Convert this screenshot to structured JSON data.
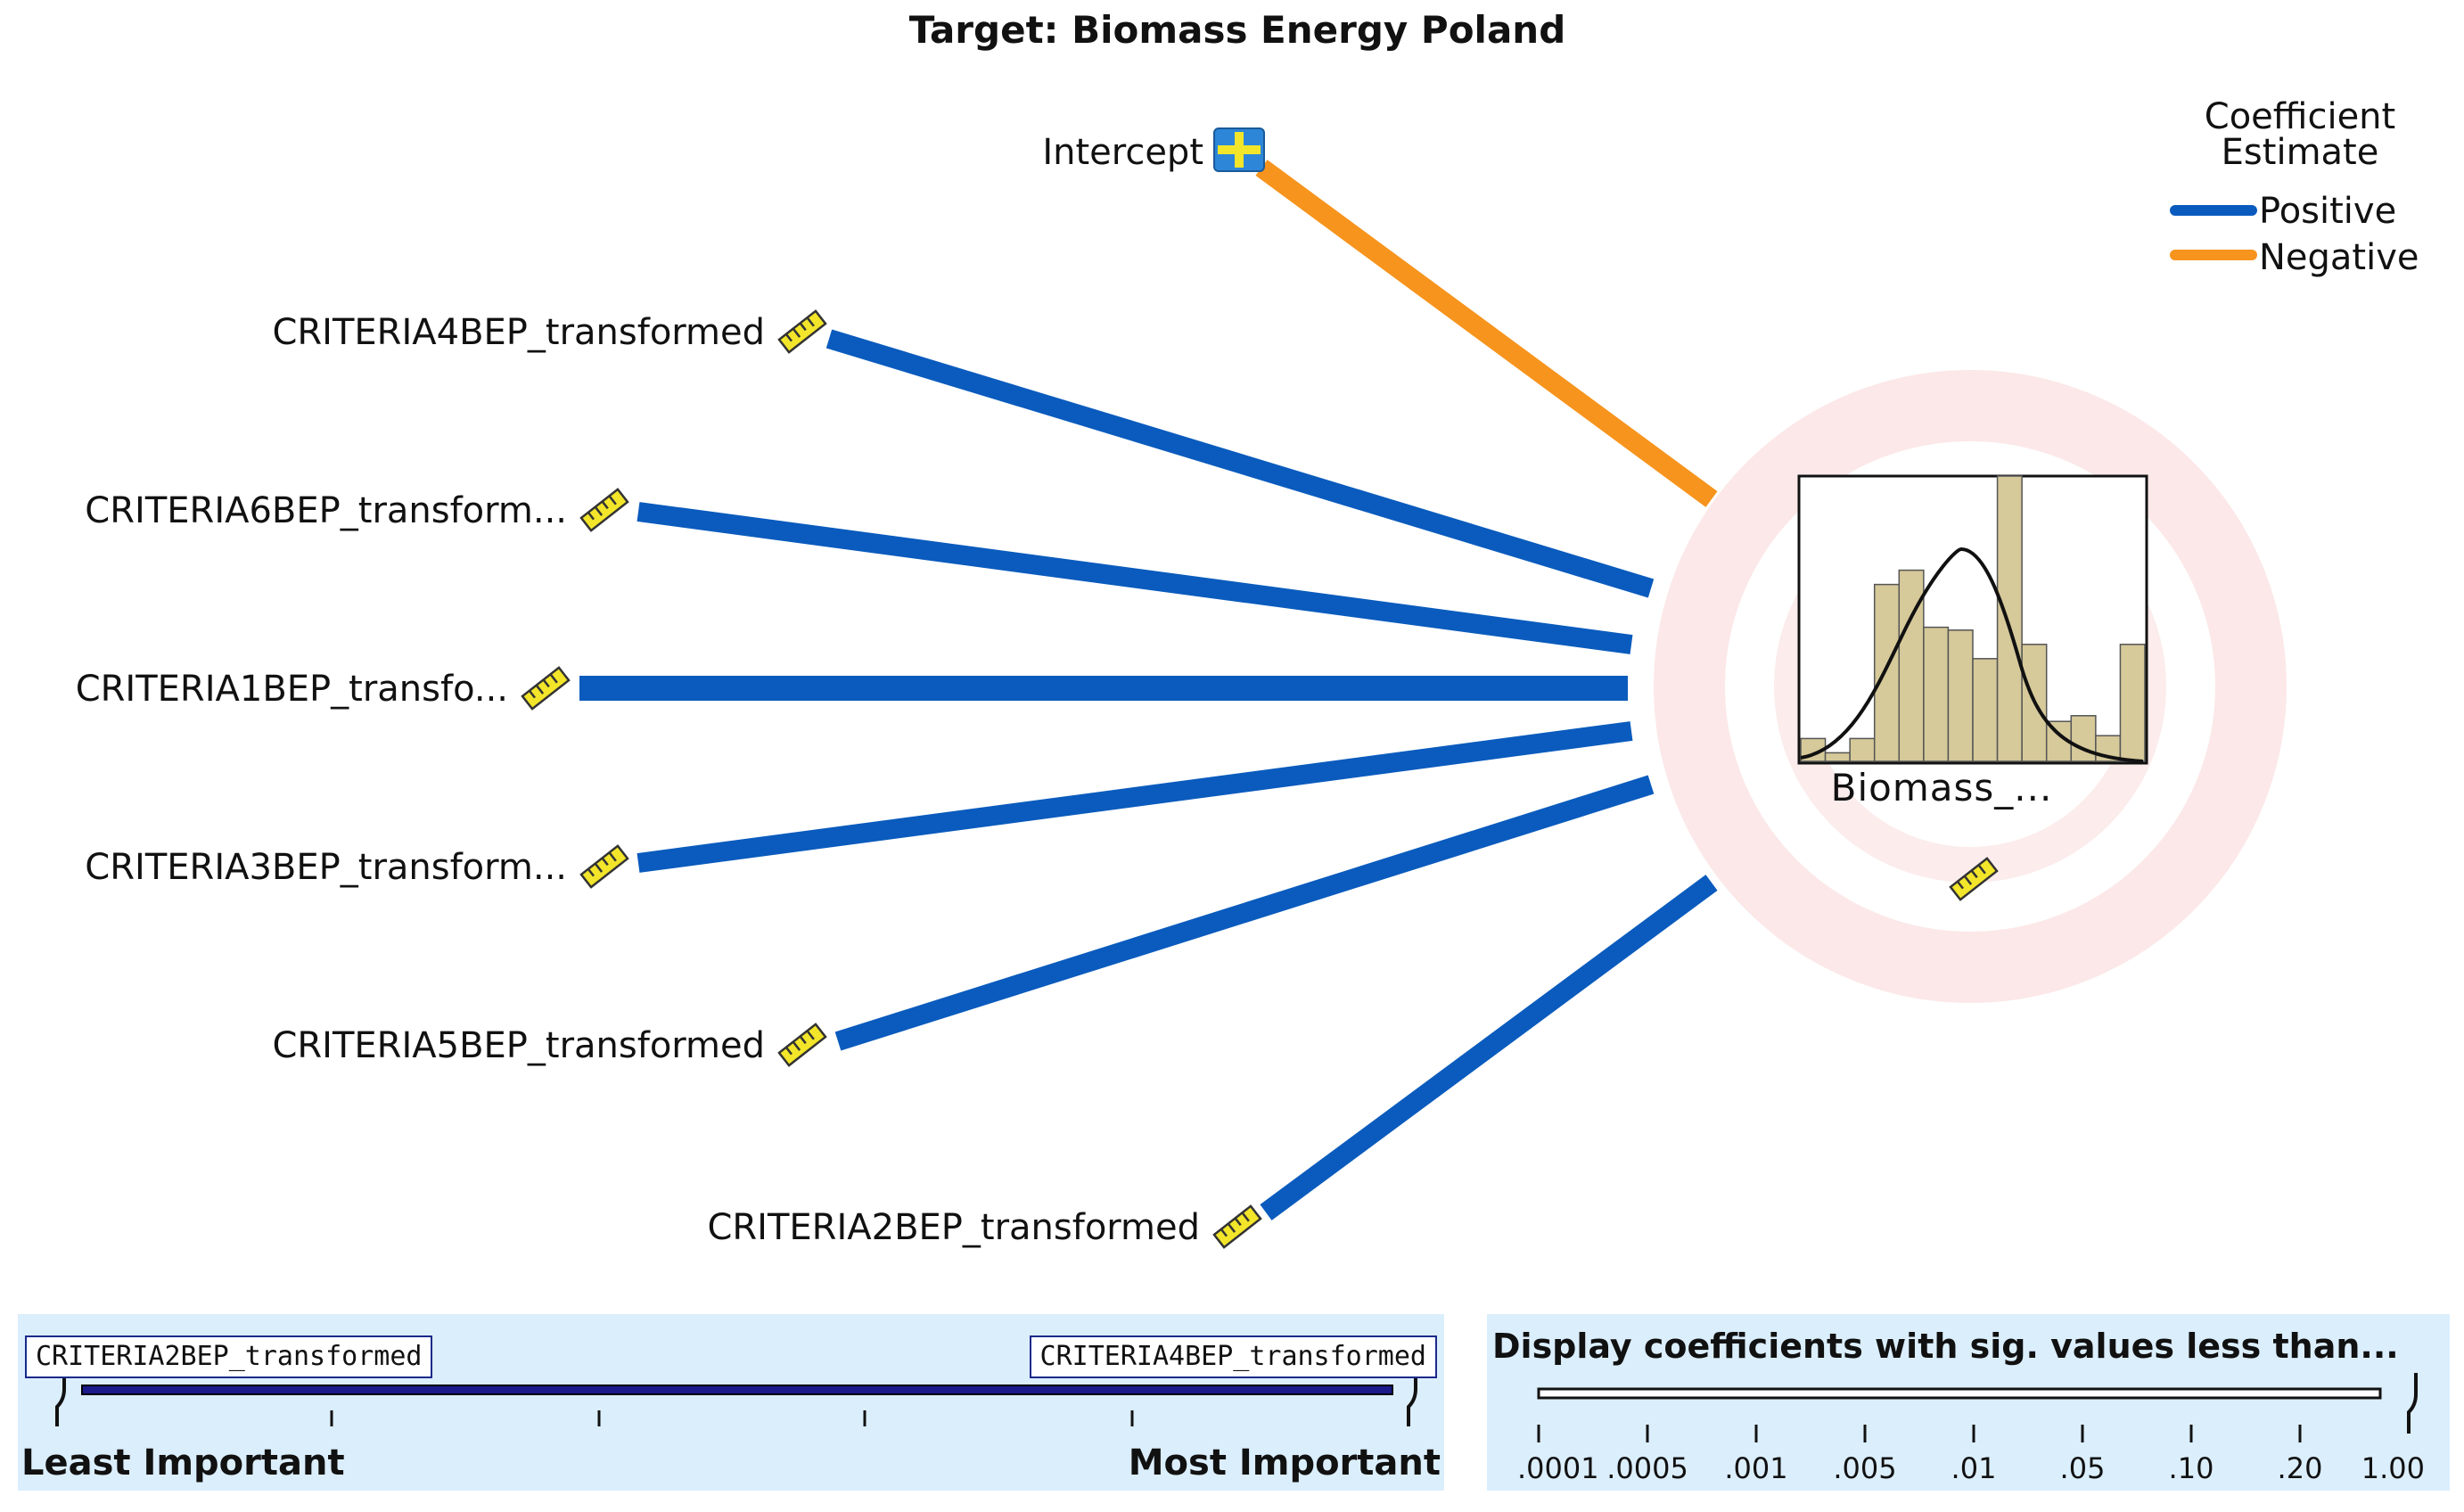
{
  "title": "Target: Biomass Energy Poland",
  "legend": {
    "title_line1": "Coefficient",
    "title_line2": "Estimate",
    "items": [
      {
        "label": "Positive",
        "color": "#0a5bbd"
      },
      {
        "label": "Negative",
        "color": "#f7941d"
      }
    ]
  },
  "target": {
    "label": "Biomass_...",
    "icon": "ruler-icon",
    "histogram_bars": [
      0.08,
      0.03,
      0.08,
      0.62,
      0.67,
      0.47,
      0.46,
      0.36,
      1.0,
      0.41,
      0.14,
      0.16,
      0.09,
      0.41
    ]
  },
  "intercept": {
    "label": "Intercept",
    "icon": "intercept-cross-icon",
    "sign": "Negative"
  },
  "predictors": [
    {
      "label": "CRITERIA4BEP_transformed",
      "sign": "Positive",
      "icon": "ruler-icon"
    },
    {
      "label": "CRITERIA6BEP_transform...",
      "sign": "Positive",
      "icon": "ruler-icon"
    },
    {
      "label": "CRITERIA1BEP_transfo...",
      "sign": "Positive",
      "icon": "ruler-icon"
    },
    {
      "label": "CRITERIA3BEP_transform...",
      "sign": "Positive",
      "icon": "ruler-icon"
    },
    {
      "label": "CRITERIA5BEP_transformed",
      "sign": "Positive",
      "icon": "ruler-icon"
    },
    {
      "label": "CRITERIA2BEP_transformed",
      "sign": "Positive",
      "icon": "ruler-icon"
    }
  ],
  "importance": {
    "least_box": "CRITERIA2BEP_transformed",
    "most_box": "CRITERIA4BEP_transformed",
    "least_label": "Least Important",
    "most_label": "Most Important"
  },
  "significance": {
    "title": "Display coefficients with sig. values less than...",
    "ticks": [
      ".0001",
      ".0005",
      ".001",
      ".005",
      ".01",
      ".05",
      ".10",
      ".20",
      "1.00"
    ],
    "selected": "1.00"
  }
}
